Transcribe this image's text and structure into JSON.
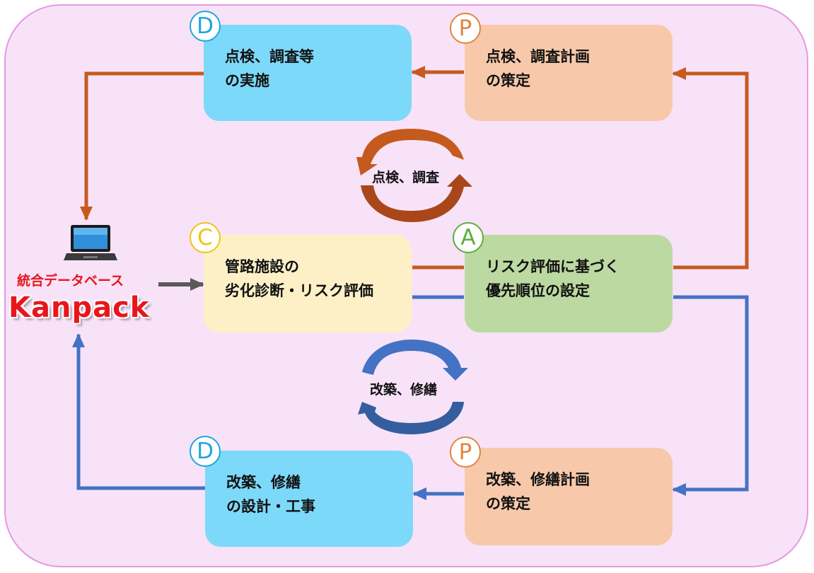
{
  "boxes": {
    "inspect_do": {
      "badge": "D",
      "line1": "点検、調査等",
      "line2": "の実施"
    },
    "inspect_plan": {
      "badge": "P",
      "line1": "点検、調査計画",
      "line2": "の策定"
    },
    "check": {
      "badge": "C",
      "line1": "管路施設の",
      "line2": "劣化診断・リスク評価"
    },
    "act": {
      "badge": "A",
      "line1": "リスク評価に基づく",
      "line2": "優先順位の設定"
    },
    "repair_do": {
      "badge": "D",
      "line1": "改築、修繕",
      "line2": "の設計・工事"
    },
    "repair_plan": {
      "badge": "P",
      "line1": "改築、修繕計画",
      "line2": "の策定"
    }
  },
  "cycles": {
    "inspection": "点検、調査",
    "repair": "改築、修繕"
  },
  "database": {
    "label": "統合データベース",
    "name": "Kanpack"
  },
  "colors": {
    "inspection_flow": "#c55a1e",
    "repair_flow": "#4472c4",
    "data_flow": "#595959",
    "badge_do": "#1ea7dc",
    "badge_plan": "#e2853f",
    "badge_check": "#f1c40f",
    "badge_act": "#5cae3c"
  },
  "icons": {
    "database": "laptop-icon"
  }
}
